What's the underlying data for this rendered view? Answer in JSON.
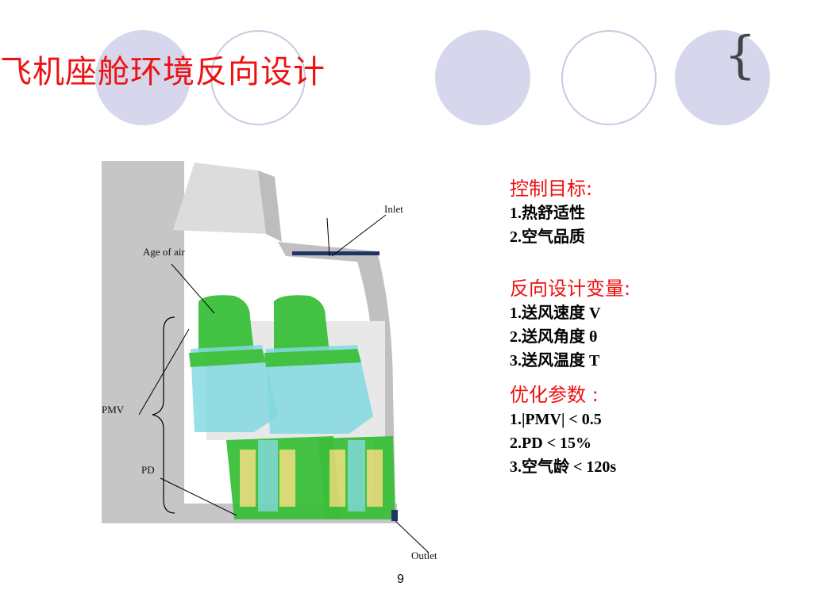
{
  "slide": {
    "title": "飞机座舱环境反向设计",
    "page_number": "9",
    "brace_glyph": "{"
  },
  "figure": {
    "labels": {
      "inlet": "Inlet",
      "age_of_air": "Age of air",
      "pmv": "PMV",
      "pd": "PD",
      "outlet": "Outlet"
    }
  },
  "panel": {
    "control_targets": {
      "heading": "控制目标:",
      "items": [
        "1.热舒适性",
        "2.空气品质"
      ]
    },
    "design_variables": {
      "heading": "反向设计变量:",
      "items": [
        "1.送风速度 V",
        "2.送风角度 θ",
        "3.送风温度 T"
      ]
    },
    "optimization_params": {
      "heading": "优化参数 :",
      "items": [
        "1.|PMV| < 0.5",
        "2.PD < 15%",
        "3.空气龄 < 120s"
      ]
    }
  },
  "colors": {
    "title": "#ee1111",
    "circle_fill": "#d6d6ec",
    "circle_ring": "#c9c9e2",
    "seat_green": "#3bbf3b",
    "seat_cyan": "#7ed8e0",
    "seat_yellow": "#d8d870",
    "cabin_gray": "#cccccc"
  }
}
